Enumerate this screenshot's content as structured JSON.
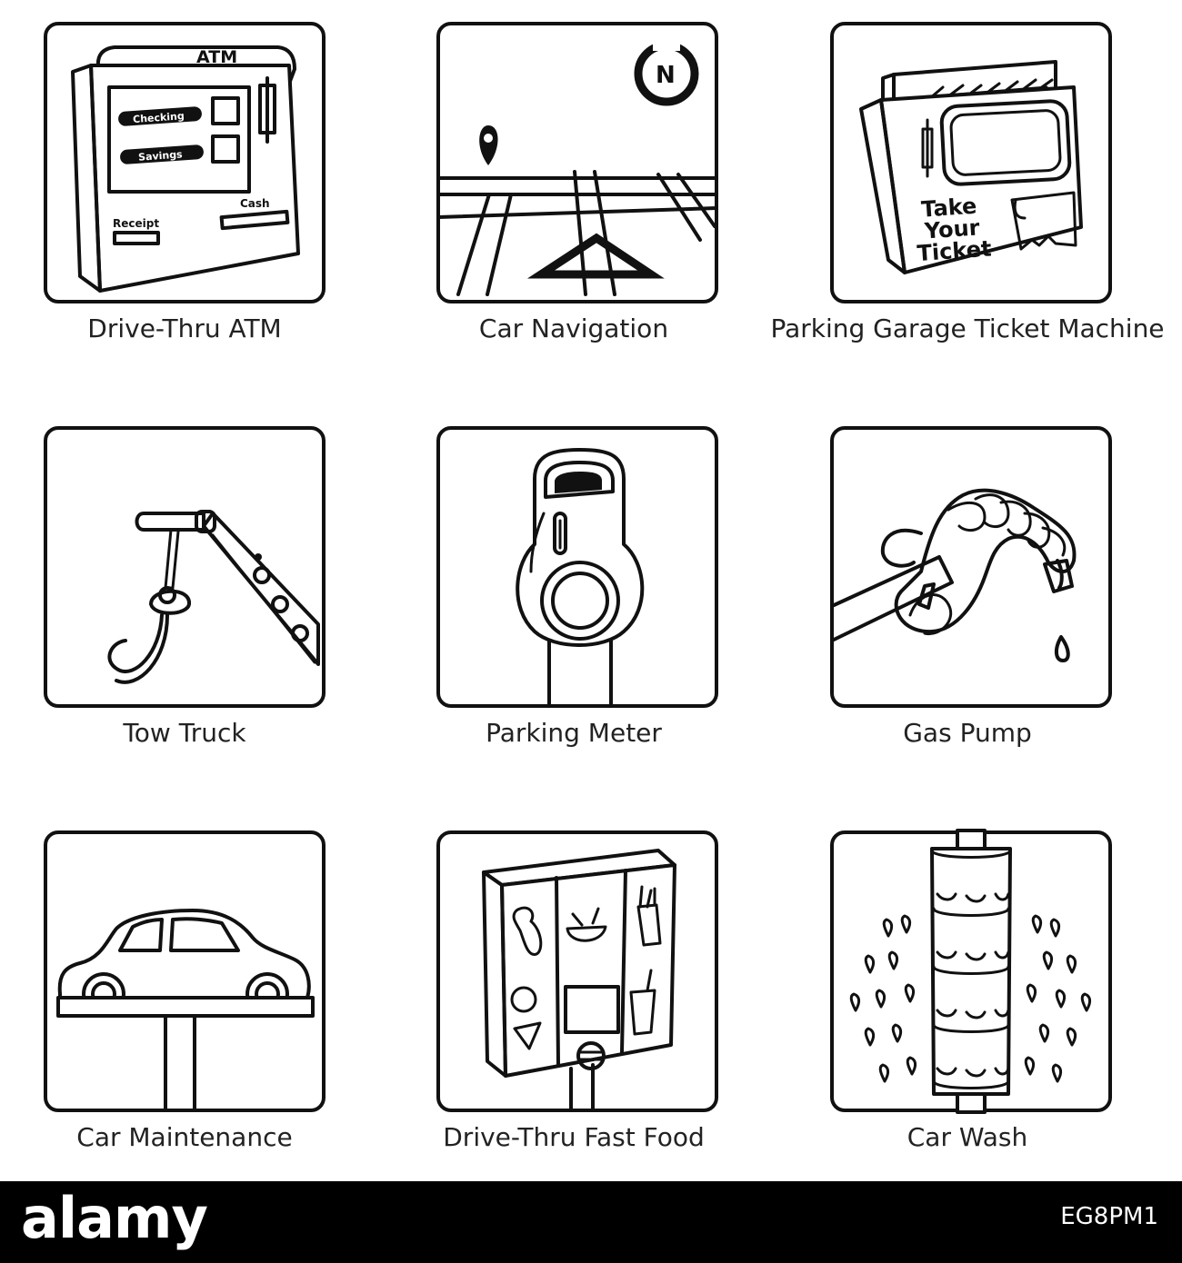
{
  "icons": [
    {
      "label": "Drive-Thru ATM",
      "art": {
        "atm": "ATM",
        "checking": "Checking",
        "savings": "Savings",
        "receipt": "Receipt",
        "cash": "Cash"
      }
    },
    {
      "label": "Car Navigation",
      "art": {
        "compass": "N"
      }
    },
    {
      "label": "Parking Garage Ticket Machine",
      "art": {
        "line1": "Take",
        "line2": "Your",
        "line3": "Ticket"
      }
    },
    {
      "label": "Tow Truck"
    },
    {
      "label": "Parking Meter"
    },
    {
      "label": "Gas Pump"
    },
    {
      "label": "Car Maintenance"
    },
    {
      "label": "Drive-Thru Fast Food"
    },
    {
      "label": "Car Wash"
    }
  ],
  "footer": {
    "brand": "alamy",
    "stock_id": "EG8PM1"
  },
  "colors": {
    "ink": "#111111",
    "background": "#ffffff",
    "footer": "#000000"
  }
}
